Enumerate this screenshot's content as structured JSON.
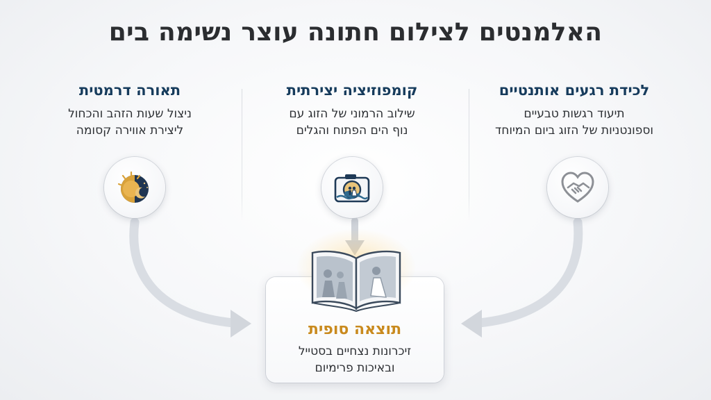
{
  "title": "האלמנטים לצילום חתונה עוצר נשימה בים",
  "columns": [
    {
      "heading": "לכידת רגעים אותנטיים",
      "desc_line1": "תיעוד רגשות טבעיים",
      "desc_line2": "וספונטניות של הזוג ביום המיוחד",
      "icon": "heart-handshake-icon"
    },
    {
      "heading": "קומפוזיציה יצירתית",
      "desc_line1": "שילוב הרמוני של הזוג עם",
      "desc_line2": "נוף הים הפתוח והגלים",
      "icon": "camera-couple-waves-icon"
    },
    {
      "heading": "תאורה דרמטית",
      "desc_line1": "ניצול שעות הזהב והכחול",
      "desc_line2": "ליצירת אווירה קסומה",
      "icon": "sun-moon-icon"
    }
  ],
  "result": {
    "heading": "תוצאה סופית",
    "desc_line1": "זיכרונות נצחיים בסטייל",
    "desc_line2": "ובאיכות פרימיום",
    "icon": "open-photo-album-icon"
  },
  "colors": {
    "heading_blue": "#163b5c",
    "result_gold": "#c98a1e",
    "arrow_gray": "#d7dbe1",
    "title_dark": "#2b2d30"
  }
}
